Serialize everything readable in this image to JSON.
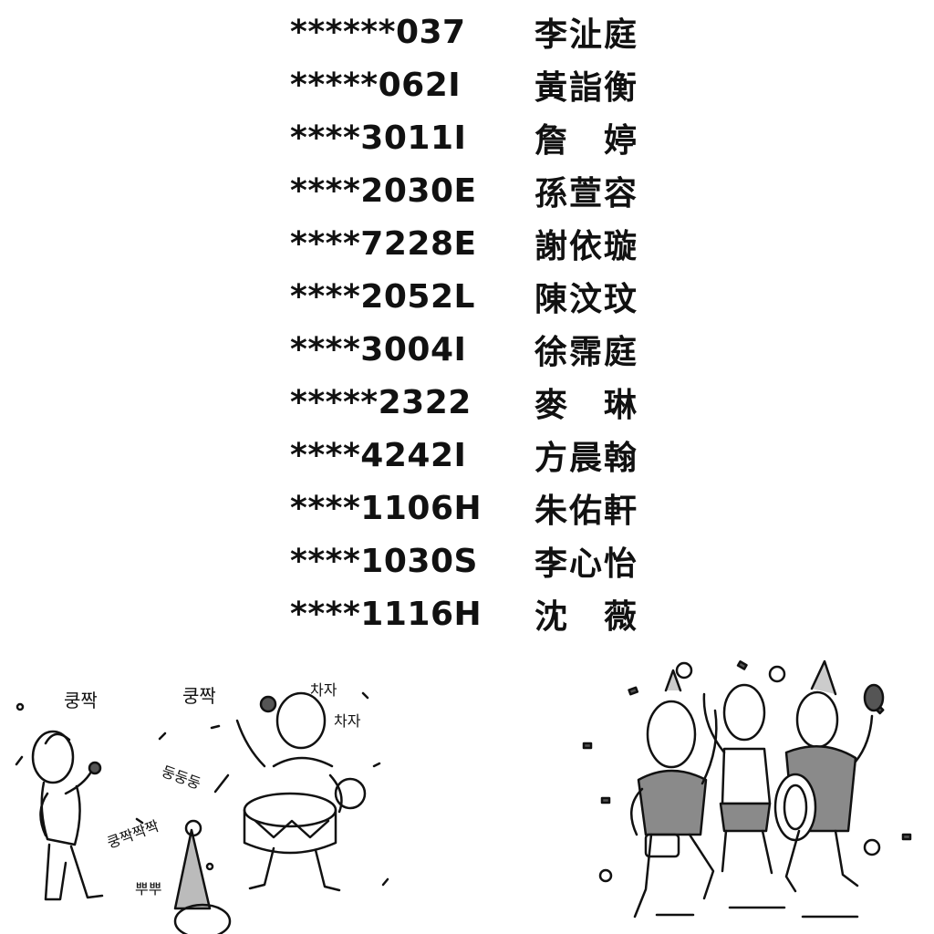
{
  "roster": [
    {
      "id": "******037",
      "name": "李沚庭"
    },
    {
      "id": "*****062I",
      "name": "黃詣衡"
    },
    {
      "id": "****3011I",
      "name": "詹　婷"
    },
    {
      "id": "****2030E",
      "name": "孫萱容"
    },
    {
      "id": "****7228E",
      "name": "謝依璇"
    },
    {
      "id": "****2052L",
      "name": "陳汶玟"
    },
    {
      "id": "****3004I",
      "name": "徐霈庭"
    },
    {
      "id": "*****2322",
      "name": "麥　琳"
    },
    {
      "id": "****4242I",
      "name": "方晨翰"
    },
    {
      "id": "****1106H",
      "name": "朱佑軒"
    },
    {
      "id": "****1030S",
      "name": "李心怡"
    },
    {
      "id": "****1116H",
      "name": "沈　薇"
    }
  ],
  "illustrations": {
    "left": {
      "sounds": [
        "쿵짝",
        "쿵짝",
        "둥둥둥",
        "쿵짝짝짝",
        "뿌뿌",
        "차자",
        "차자"
      ]
    },
    "right": {}
  },
  "colors": {
    "ink": "#111111",
    "gray": "#8a8a8a",
    "light": "#cfcfcf"
  }
}
